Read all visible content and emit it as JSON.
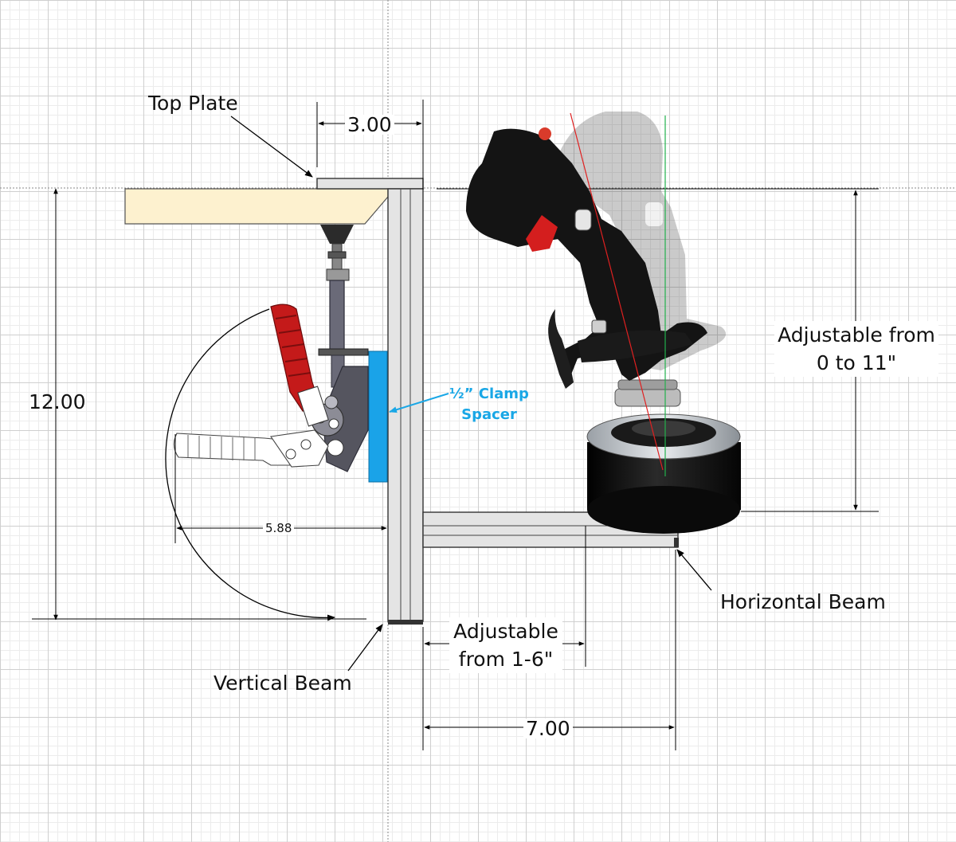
{
  "labels": {
    "top_plate": "Top Plate",
    "vertical_beam": "Vertical Beam",
    "horizontal_beam": "Horizontal Beam",
    "clamp_spacer_1": "½” Clamp",
    "clamp_spacer_2": "Spacer",
    "adj_height_1": "Adjustable from",
    "adj_height_2": "0 to 11\"",
    "adj_offset_1": "Adjustable",
    "adj_offset_2": "from 1-6\""
  },
  "dimensions": {
    "top_plate_width": "3.00",
    "total_height": "12.00",
    "handle_swing": "5.88",
    "horizontal_length": "7.00"
  },
  "colors": {
    "beam_fill": "#e4e4e4",
    "desk_fill": "#fdf1cf",
    "spacer_blue": "#1aa3e8",
    "handle_red": "#c41a1a",
    "knob_red": "#e14a1c",
    "grip_black": "#141414",
    "base_black": "#0d0d0d",
    "axis_red": "#e02020",
    "axis_green": "#22b14c"
  }
}
